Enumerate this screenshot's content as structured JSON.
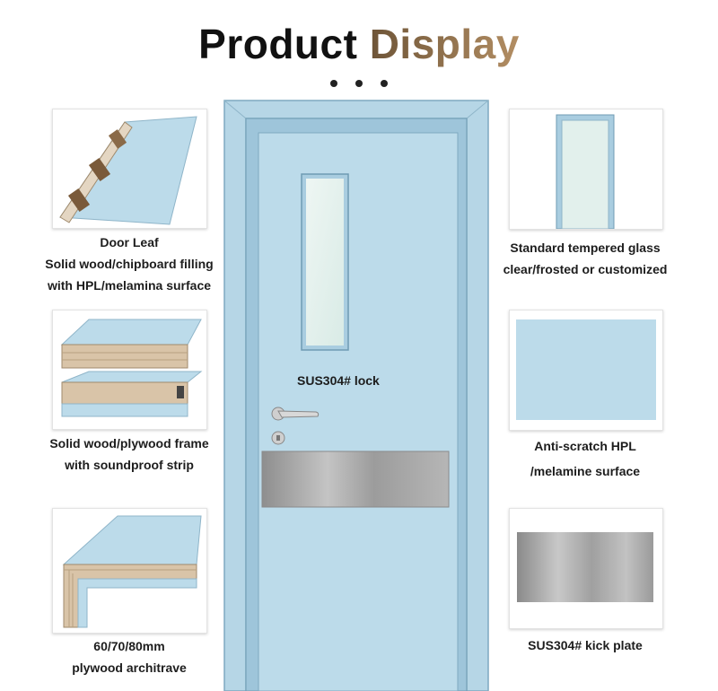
{
  "header": {
    "title_part1": "Product",
    "title_part2": "Display"
  },
  "colors": {
    "door_blue": "#bcdbea",
    "frame_blue": "#a8cde0",
    "steel": "#a9a9a9",
    "wood": "#d9c4a8",
    "title_brown": "#8a6a45"
  },
  "features": {
    "door_leaf": {
      "line1": "Door Leaf",
      "line2": "Solid wood/chipboard filling",
      "line3": "with HPL/melamina surface"
    },
    "frame": {
      "line1": "Solid wood/plywood frame",
      "line2": "with soundproof strip"
    },
    "architrave": {
      "line1": "60/70/80mm",
      "line2": "plywood architrave"
    },
    "glass": {
      "line1": "Standard tempered glass",
      "line2": "clear/frosted or customized"
    },
    "hpl": {
      "line1": "Anti-scratch HPL",
      "line2": "/melamine surface"
    },
    "kick_plate": {
      "line1": "SUS304# kick plate"
    }
  },
  "door": {
    "lock_label": "SUS304# lock"
  }
}
